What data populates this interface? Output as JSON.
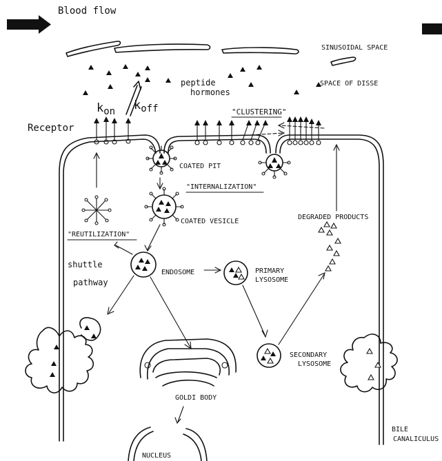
{
  "labels": {
    "blood_flow": "Blood flow",
    "sinusoidal_space": "SINUSOIDAL SPACE",
    "space_of_disse": "SPACE OF DISSE",
    "peptide": "peptide",
    "hormones": "hormones",
    "k_on": "k",
    "k_on_sub": "on",
    "k_off": "k",
    "k_off_sub": "off",
    "receptor": "Receptor",
    "clustering": "\"CLUSTERING\"",
    "coated_pit": "COATED PIT",
    "internalization": "\"INTERNALIZATION\"",
    "coated_vesicle": "COATED VESICLE",
    "reutilization": "\"REUTILIZATION\"",
    "degraded_products": "DEGRADED PRODUCTS",
    "shuttle": "shuttle",
    "pathway": "pathway",
    "endosome": "ENDOSOME",
    "primary": "PRIMARY",
    "lysosome_1": "LYSOSOME",
    "secondary": "SECONDARY",
    "lysosome_2": "LYSOSOME",
    "goldi_body": "GOLDI BODY",
    "nucleus": "NUCLEUS",
    "bile": "BILE",
    "canaliculus": "CANALICULUS"
  },
  "colors": {
    "ink": "#111111",
    "background": "#ffffff"
  }
}
